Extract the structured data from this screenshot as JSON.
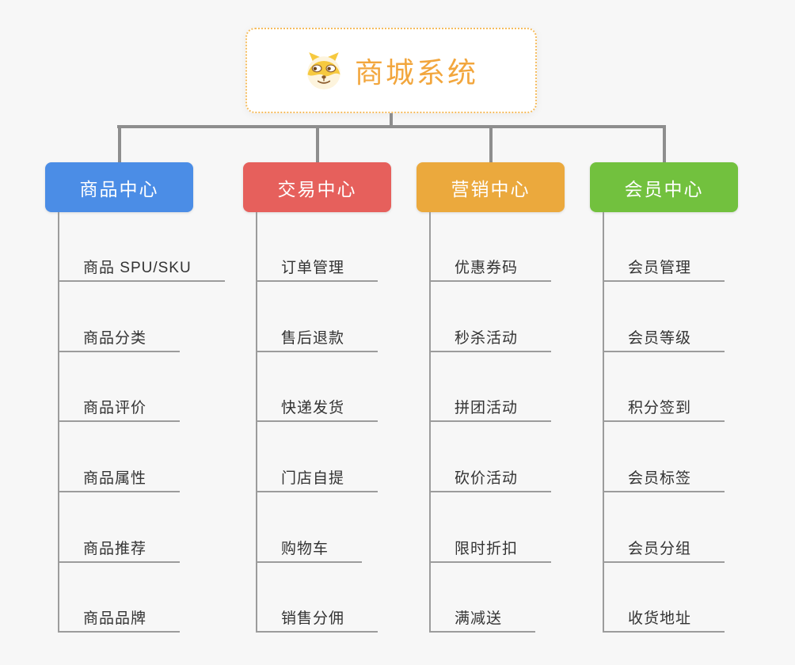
{
  "root": {
    "title": "商城系统",
    "icon": "dog-face-icon"
  },
  "branches": [
    {
      "label": "商品中心",
      "color": "#4b8de6",
      "children": [
        "商品 SPU/SKU",
        "商品分类",
        "商品评价",
        "商品属性",
        "商品推荐",
        "商品品牌"
      ]
    },
    {
      "label": "交易中心",
      "color": "#e6605c",
      "children": [
        "订单管理",
        "售后退款",
        "快递发货",
        "门店自提",
        "购物车",
        "销售分佣"
      ]
    },
    {
      "label": "营销中心",
      "color": "#eba93d",
      "children": [
        "优惠券码",
        "秒杀活动",
        "拼团活动",
        "砍价活动",
        "限时折扣",
        "满减送"
      ]
    },
    {
      "label": "会员中心",
      "color": "#72c13e",
      "children": [
        "会员管理",
        "会员等级",
        "积分签到",
        "会员标签",
        "会员分组",
        "收货地址"
      ]
    }
  ],
  "colors": {
    "root_accent": "#f2a63d",
    "root_border": "#f5bc5e",
    "connector": "#8e8e8e",
    "child_line": "#9c9c9c",
    "child_text": "#333333",
    "background": "#f7f7f7"
  }
}
